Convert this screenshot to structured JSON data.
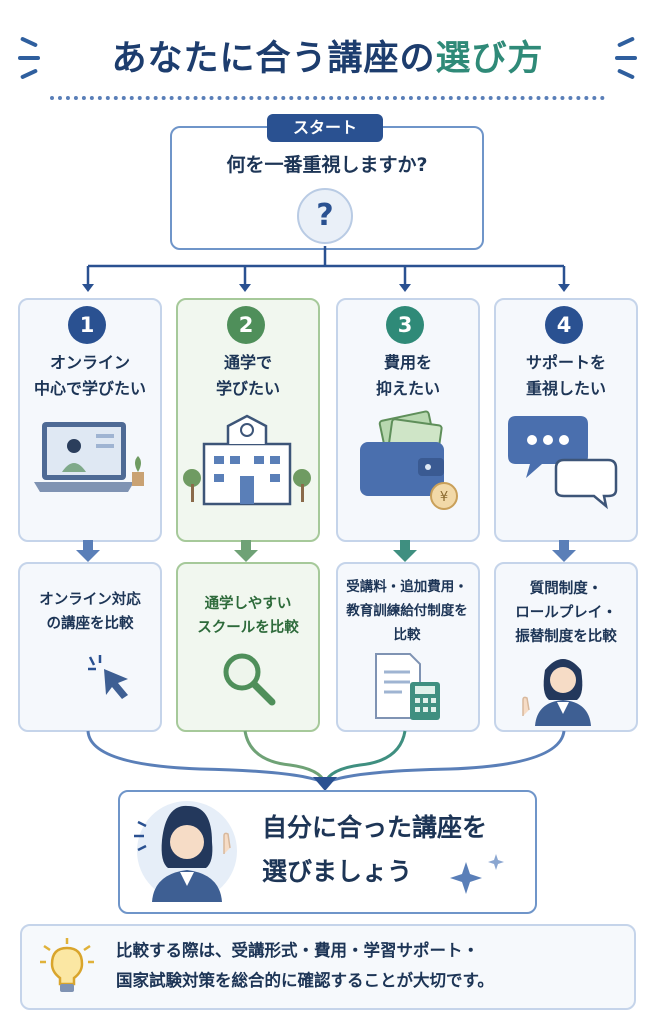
{
  "title": {
    "main": "あなたに合う講座の",
    "accent": "選び方"
  },
  "start": {
    "tag": "スタート",
    "question": "何を一番重視しますか?",
    "symbol": "?"
  },
  "options": [
    {
      "number": "1",
      "label_line1": "オンライン",
      "label_line2": "中心で学びたい",
      "result_line1": "オンライン対応",
      "result_line2": "の講座を比較",
      "result_line3": "",
      "icon": "laptop-video-icon",
      "result_icon": "cursor-icon",
      "color": "#2a5191"
    },
    {
      "number": "2",
      "label_line1": "通学で",
      "label_line2": "学びたい",
      "result_line1": "通学しやすい",
      "result_line2": "スクールを比較",
      "result_line3": "",
      "icon": "school-building-icon",
      "result_icon": "magnifier-icon",
      "color": "#4f8f5a"
    },
    {
      "number": "3",
      "label_line1": "費用を",
      "label_line2": "抑えたい",
      "result_line1": "受講料・追加費用・",
      "result_line2": "教育訓練給付制度を",
      "result_line3": "比較",
      "icon": "wallet-icon",
      "result_icon": "document-calculator-icon",
      "color": "#2f8a78"
    },
    {
      "number": "4",
      "label_line1": "サポートを",
      "label_line2": "重視したい",
      "result_line1": "質問制度・",
      "result_line2": "ロールプレイ・",
      "result_line3": "振替制度を比較",
      "icon": "chat-bubbles-icon",
      "result_icon": "advisor-icon",
      "color": "#2a5191"
    }
  ],
  "final": {
    "line1": "自分に合った講座を",
    "line2": "選びましょう"
  },
  "tip": {
    "line1": "比較する際は、受講形式・費用・学習サポート・",
    "line2": "国家試験対策を総合的に確認することが大切です。"
  },
  "colors": {
    "navy": "#2a5191",
    "green": "#4f8f5a",
    "teal": "#2f8a78",
    "border": "#c5d4ea"
  }
}
